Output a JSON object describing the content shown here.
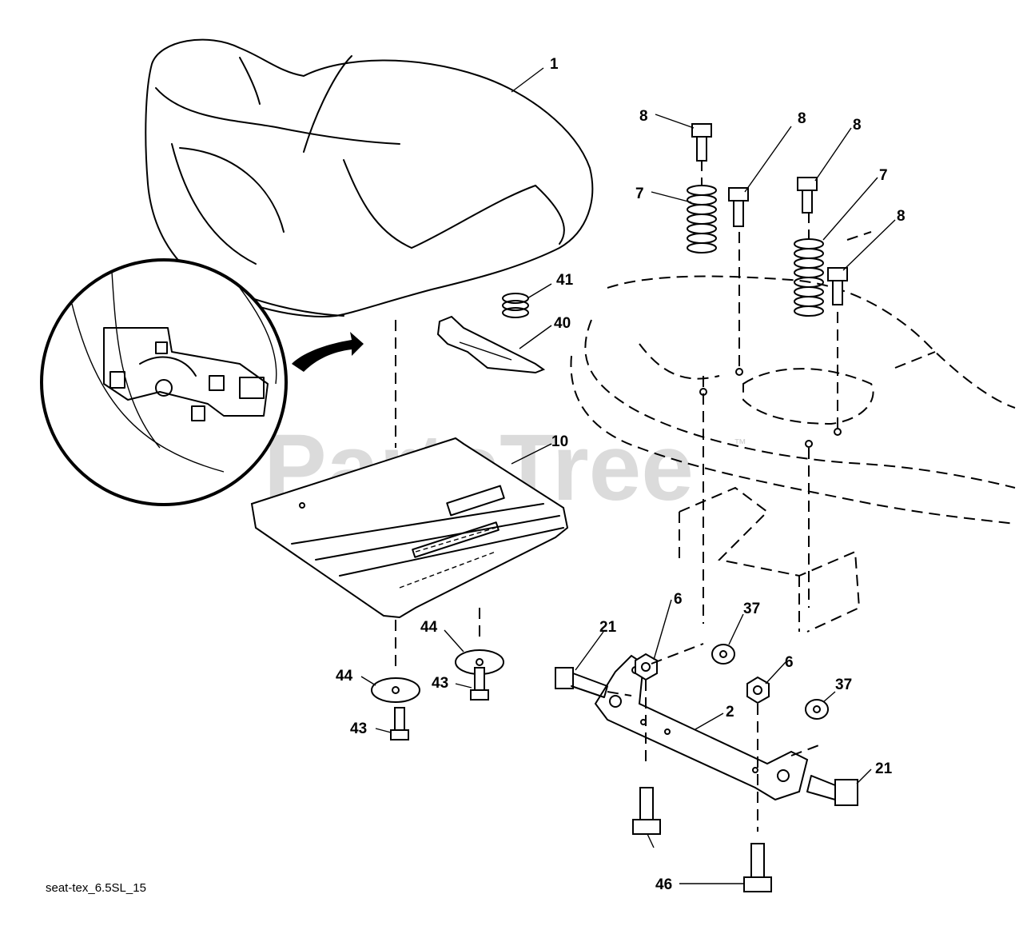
{
  "watermark": {
    "text": "PartsTree",
    "trademark": "™"
  },
  "footer_label": "seat-tex_6.5SL_15",
  "callouts": [
    {
      "id": "c1",
      "label": "1"
    },
    {
      "id": "c8a",
      "label": "8"
    },
    {
      "id": "c8b",
      "label": "8"
    },
    {
      "id": "c8c",
      "label": "8"
    },
    {
      "id": "c8d",
      "label": "8"
    },
    {
      "id": "c7a",
      "label": "7"
    },
    {
      "id": "c7b",
      "label": "7"
    },
    {
      "id": "c41",
      "label": "41"
    },
    {
      "id": "c40",
      "label": "40"
    },
    {
      "id": "c10",
      "label": "10"
    },
    {
      "id": "c21a",
      "label": "21"
    },
    {
      "id": "c6a",
      "label": "6"
    },
    {
      "id": "c37a",
      "label": "37"
    },
    {
      "id": "c6b",
      "label": "6"
    },
    {
      "id": "c37b",
      "label": "37"
    },
    {
      "id": "c2",
      "label": "2"
    },
    {
      "id": "c21b",
      "label": "21"
    },
    {
      "id": "c44a",
      "label": "44"
    },
    {
      "id": "c43a",
      "label": "43"
    },
    {
      "id": "c44b",
      "label": "44"
    },
    {
      "id": "c43b",
      "label": "43"
    },
    {
      "id": "c46",
      "label": "46"
    }
  ]
}
